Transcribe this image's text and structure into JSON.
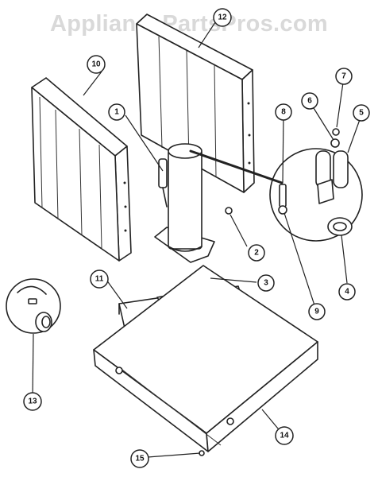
{
  "watermark": "AppliancePartsPros.com",
  "colors": {
    "line": "#222222",
    "watermark": "#d9d9d9",
    "background": "#ffffff"
  },
  "callouts": [
    {
      "id": "c1",
      "label": "1"
    },
    {
      "id": "c2",
      "label": "2"
    },
    {
      "id": "c3",
      "label": "3"
    },
    {
      "id": "c4",
      "label": "4"
    },
    {
      "id": "c5",
      "label": "5"
    },
    {
      "id": "c6",
      "label": "6"
    },
    {
      "id": "c7",
      "label": "7"
    },
    {
      "id": "c8",
      "label": "8"
    },
    {
      "id": "c9",
      "label": "9"
    },
    {
      "id": "c10",
      "label": "10"
    },
    {
      "id": "c12",
      "label": "12"
    },
    {
      "id": "c11",
      "label": "11"
    },
    {
      "id": "c13",
      "label": "13"
    },
    {
      "id": "c14",
      "label": "14"
    },
    {
      "id": "c15",
      "label": "15"
    }
  ]
}
